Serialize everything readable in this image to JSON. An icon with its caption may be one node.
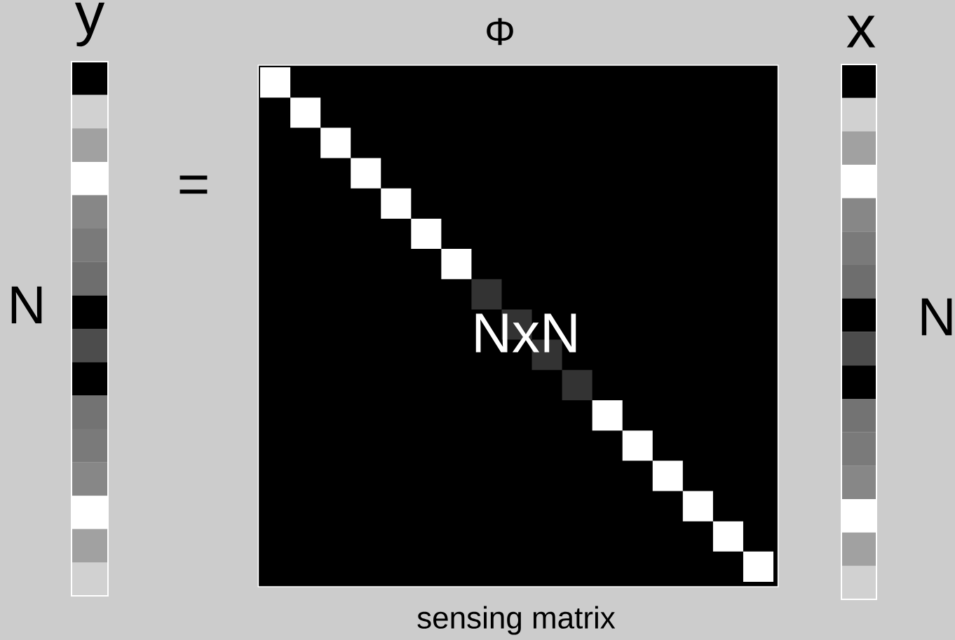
{
  "diagram": {
    "nodes": [
      {
        "text": [
          "y"
        ],
        "beside": [
          "N"
        ]
      },
      {
        "text": [
          "Φ",
          "NxN"
        ],
        "beside": [
          "sensing matrix"
        ]
      },
      {
        "text": [
          "x"
        ],
        "beside": [
          "N"
        ]
      }
    ],
    "labels": [
      "="
    ]
  }
}
